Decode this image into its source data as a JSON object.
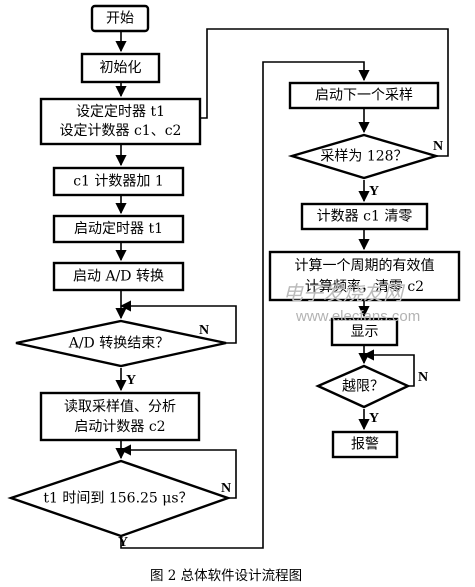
{
  "nodes": {
    "start": "开始",
    "init": "初始化",
    "set_timer": "设定定时器 t1",
    "set_counter": "设定计数器 c1、c2",
    "counter_add": "c1 计数器加 1",
    "start_timer": "启动定时器 t1",
    "start_ad": "启动 A/D 转换",
    "ad_done": "A/D 转换结束？",
    "read_sample": "读取采样值、分析",
    "start_counter_c2": "启动计数器 c2",
    "t1_time": "t1 时间到 156.25 μs？",
    "next_sample": "启动下一个采样",
    "sample_128": "采样为 128？",
    "clear_c1": "计数器 c1 清零",
    "compute_line1": "计算一个周期的有效值",
    "compute_line2": "计算频率，清零 c2",
    "display": "显示",
    "over_limit": "越限？",
    "alarm": "报警"
  },
  "labels": {
    "yes": "Y",
    "no": "N"
  },
  "watermark": {
    "brand": "电子发烧友网",
    "url": "www.elecfans.com"
  },
  "caption": "图 2  总体软件设计流程图"
}
